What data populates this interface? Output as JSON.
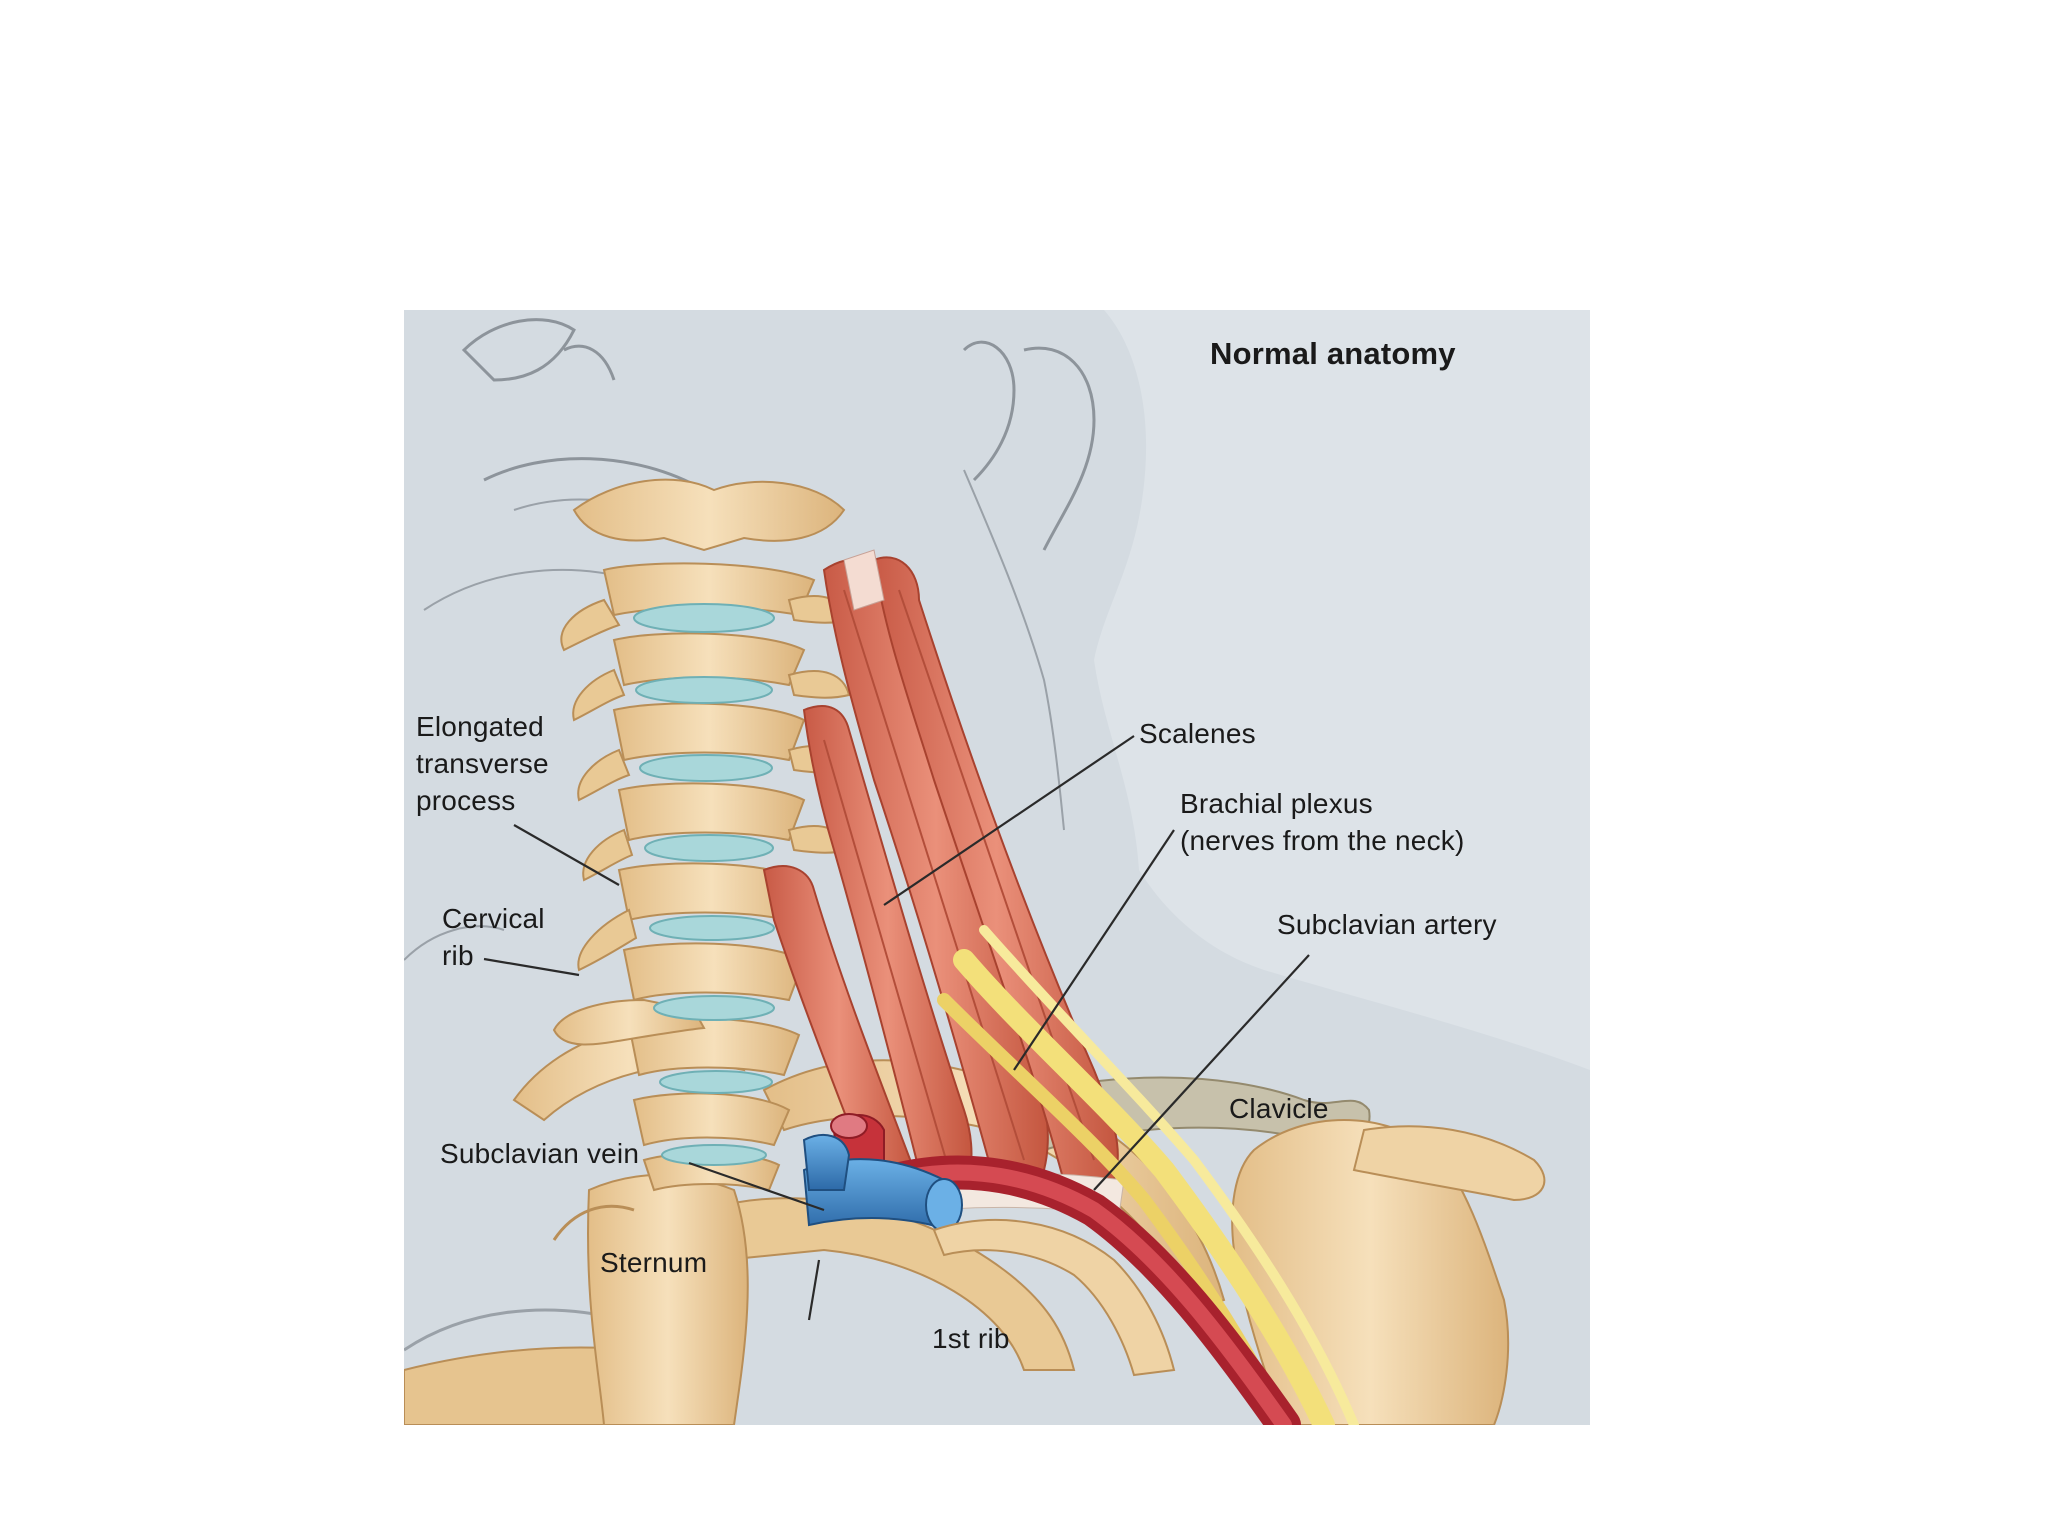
{
  "figure": {
    "title": "Normal anatomy",
    "labels": {
      "elongated_transverse_process": "Elongated\ntransverse\nprocess",
      "cervical_rib": "Cervical\nrib",
      "subclavian_vein": "Subclavian vein",
      "sternum": "Sternum",
      "first_rib": "1st rib",
      "scalenes": "Scalenes",
      "brachial_plexus": "Brachial plexus\n(nerves from the neck)",
      "subclavian_artery": "Subclavian artery",
      "clavicle": "Clavicle"
    },
    "colors": {
      "background": "#dde3e8",
      "bone": "#efd3a5",
      "muscle": "#d9715b",
      "nerve": "#f3e07a",
      "artery": "#c6323a",
      "vein": "#3f86c4",
      "disc": "#a9d7da"
    }
  }
}
